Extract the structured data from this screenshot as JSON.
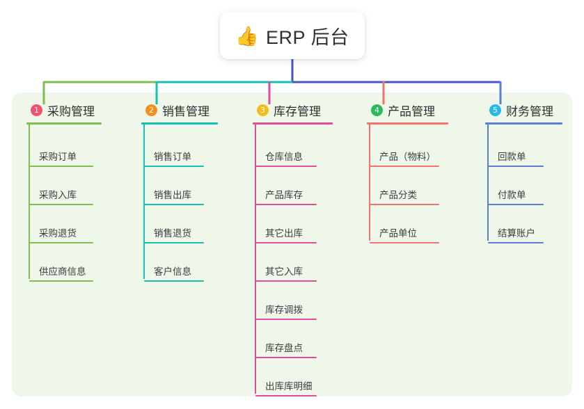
{
  "root": {
    "icon": "thumbs-up-emoji",
    "emoji": "👍",
    "title": "ERP 后台"
  },
  "theme": {
    "page_background": "#ffffff",
    "panel_background": "#eef7e9",
    "root_card_background": "#ffffff",
    "root_text": "#2d3033",
    "trunk_line": "#4a53c4"
  },
  "columns": [
    {
      "index": "1",
      "badge_color": "#f2536a",
      "line_color": "#7cc04b",
      "title": "采购管理",
      "items": [
        {
          "label": "采购订单"
        },
        {
          "label": "采购入库"
        },
        {
          "label": "采购退货"
        },
        {
          "label": "供应商信息"
        }
      ]
    },
    {
      "index": "2",
      "badge_color": "#f5901e",
      "line_color": "#17bfb0",
      "title": "销售管理",
      "items": [
        {
          "label": "销售订单"
        },
        {
          "label": "销售出库"
        },
        {
          "label": "销售退货"
        },
        {
          "label": "客户信息"
        }
      ]
    },
    {
      "index": "3",
      "badge_color": "#f6bb1c",
      "line_color": "#e24a9a",
      "title": "库存管理",
      "items": [
        {
          "label": "仓库信息"
        },
        {
          "label": "产品库存"
        },
        {
          "label": "其它出库"
        },
        {
          "label": "其它入库"
        },
        {
          "label": "库存调拨"
        },
        {
          "label": "库存盘点"
        },
        {
          "label": "出库库明细"
        }
      ]
    },
    {
      "index": "4",
      "badge_color": "#2cb85c",
      "line_color": "#f4726b",
      "title": "产品管理",
      "items": [
        {
          "label": "产品（物料）"
        },
        {
          "label": "产品分类"
        },
        {
          "label": "产品单位"
        }
      ]
    },
    {
      "index": "5",
      "badge_color": "#29b6e8",
      "line_color": "#5a7fd4",
      "title": "财务管理",
      "items": [
        {
          "label": "回款单"
        },
        {
          "label": "付款单"
        },
        {
          "label": "结算账户"
        }
      ]
    }
  ]
}
